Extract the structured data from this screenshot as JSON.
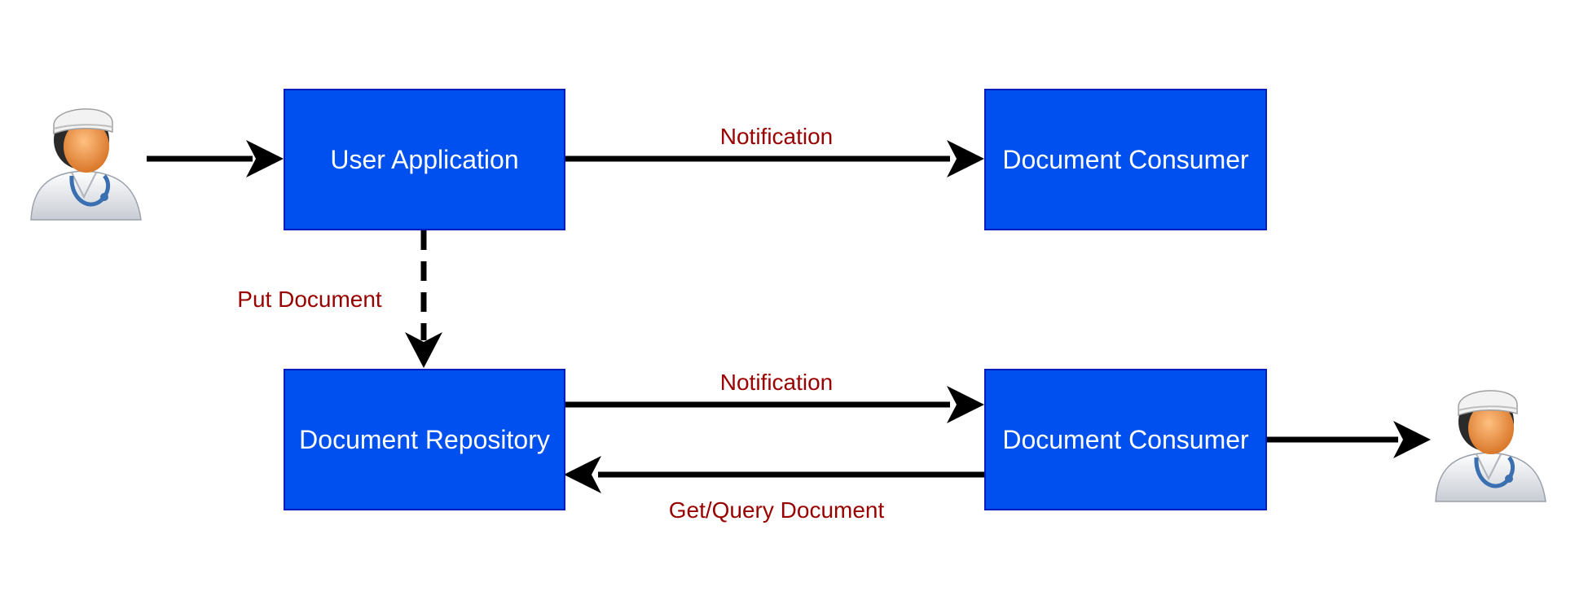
{
  "nodes": {
    "user_application": "User Application",
    "consumer_top": "Document Consumer",
    "repository": "Document Repository",
    "consumer_bottom": "Document Consumer"
  },
  "edges": {
    "notification_top": "Notification",
    "put_document": "Put Document",
    "notification_bottom": "Notification",
    "get_query": "Get/Query Document"
  },
  "actors": {
    "left": "doctor-icon",
    "right": "doctor-icon"
  },
  "colors": {
    "node_fill": "#0050ef",
    "node_border": "#001dbc",
    "node_text": "#ffffff",
    "edge_label": "#990000",
    "edge_line": "#000000"
  }
}
